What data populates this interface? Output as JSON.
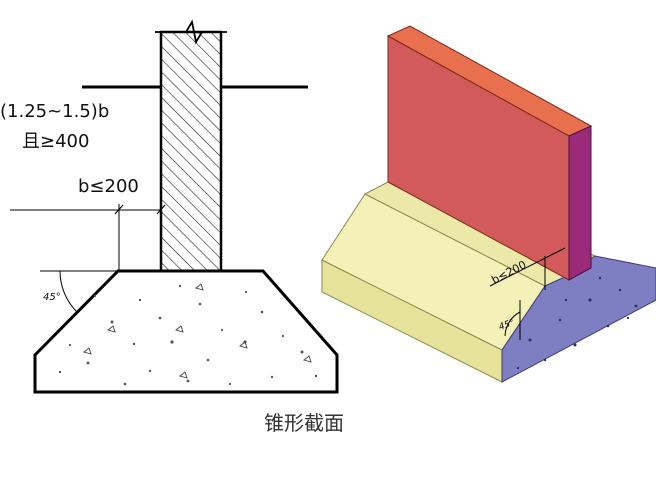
{
  "left_section": {
    "ratio_label": "(1.25~1.5)b",
    "min_label": "且≥400",
    "offset_label": "b≤200",
    "angle_label": "45°"
  },
  "right_isometric": {
    "offset_label": "b≤200",
    "angle_label": "45°",
    "colors": {
      "wall_front": "#d25a5a",
      "wall_top": "#e8704f",
      "wall_side": "#9b2a7a",
      "footing_light": "#f3f0b8",
      "footing_mid": "#e6e29a",
      "footing_dark": "#d8d480",
      "footing_end": "#7e7ec2"
    }
  },
  "caption": "锥形截面"
}
